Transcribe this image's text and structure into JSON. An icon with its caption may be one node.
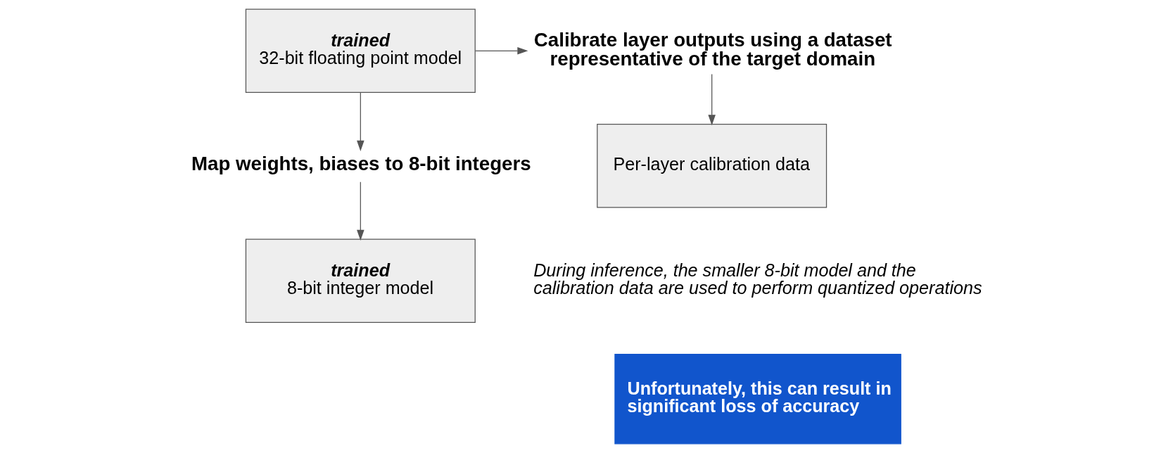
{
  "diagram": {
    "nodes": [
      {
        "text": [
          "trained",
          "32-bit floating point model"
        ]
      },
      {
        "text": [
          "Calibrate layer outputs using a dataset representative of the target domain"
        ]
      },
      {
        "text": [
          "Per-layer calibration data"
        ]
      },
      {
        "text": [
          "Map weights, biases to 8-bit integers"
        ]
      },
      {
        "text": [
          "trained",
          "8-bit integer model"
        ]
      },
      {
        "text": [
          "Unfortunately, this can result in significant loss of accuracy"
        ]
      }
    ],
    "edges": [
      {
        "from": 0,
        "to": 1,
        "arrow": "to"
      },
      {
        "from": 1,
        "to": 2,
        "arrow": "to"
      },
      {
        "from": 0,
        "to": 3,
        "arrow": "to"
      },
      {
        "from": 3,
        "to": 4,
        "arrow": "to"
      }
    ],
    "labels": [
      "During inference, the smaller 8-bit model and the calibration data are used to perform quantized operations"
    ]
  }
}
